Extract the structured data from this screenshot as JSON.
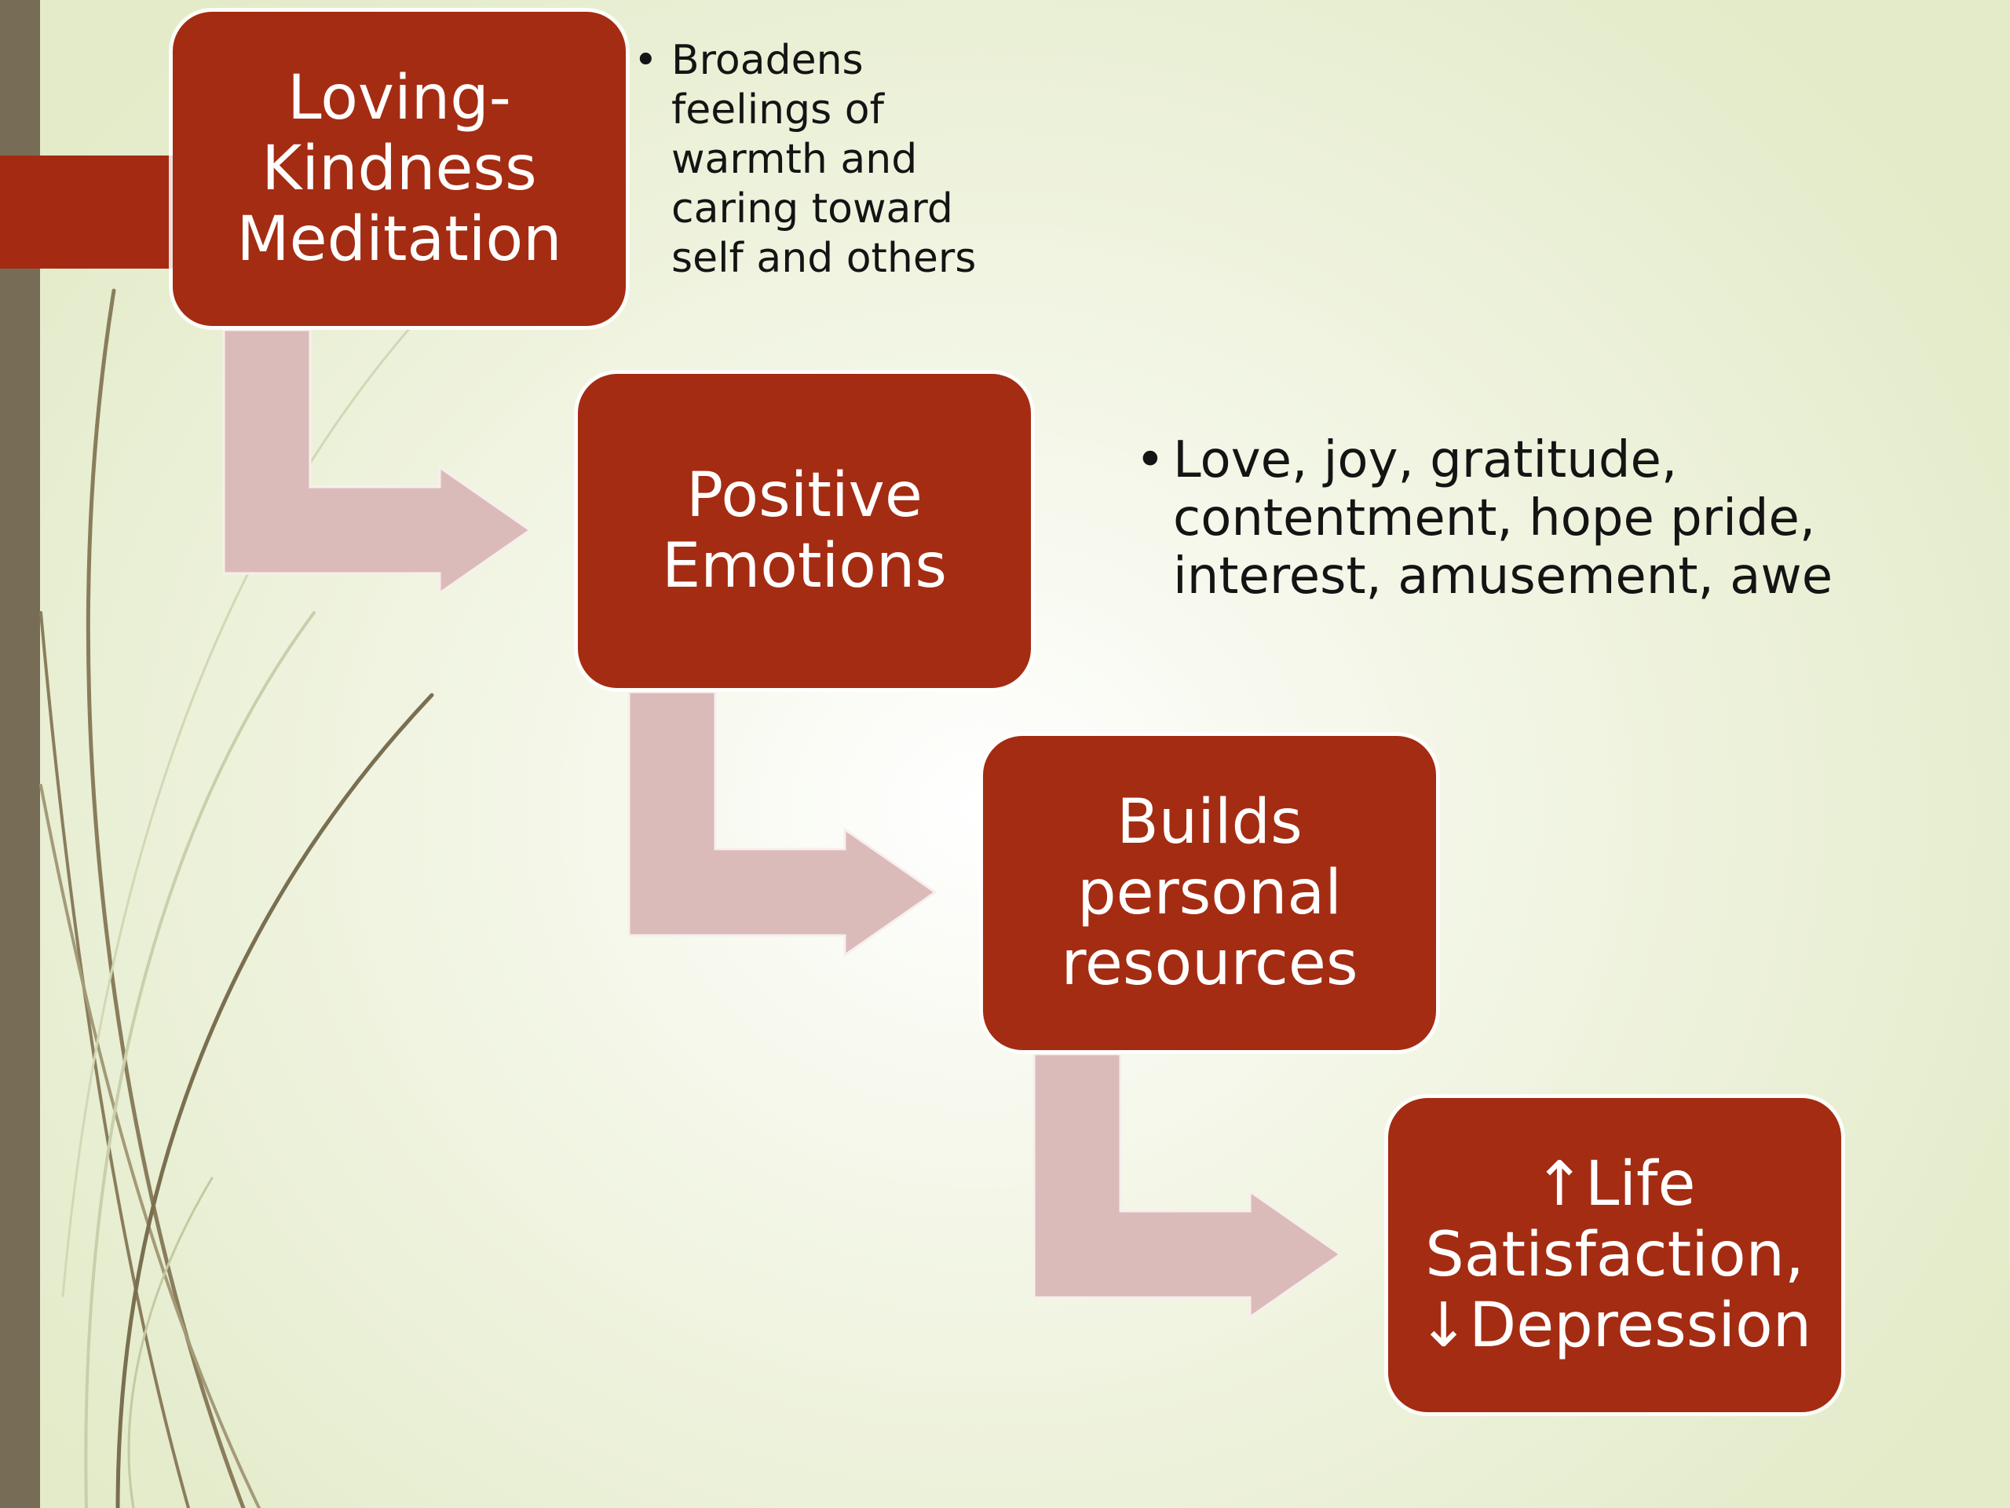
{
  "colors": {
    "box_fill": "#a42c12",
    "arrow_fill": "#dbbbb9",
    "side_bar": "#776d57",
    "accent_tab": "#a42b12",
    "background": "#eef2de"
  },
  "steps": [
    {
      "label": "Loving-\nKindness\nMeditation"
    },
    {
      "label": "Positive\nEmotions"
    },
    {
      "label": "Builds\npersonal\nresources"
    },
    {
      "label": "↑Life\nSatisfaction,\n↓Depression"
    }
  ],
  "notes": [
    {
      "bullet": "•",
      "text": "Broadens\nfeelings of\nwarmth and\ncaring toward\nself and others"
    },
    {
      "bullet": "•",
      "text": "Love, joy, gratitude,\ncontentment, hope pride,\ninterest, amusement, awe"
    }
  ]
}
